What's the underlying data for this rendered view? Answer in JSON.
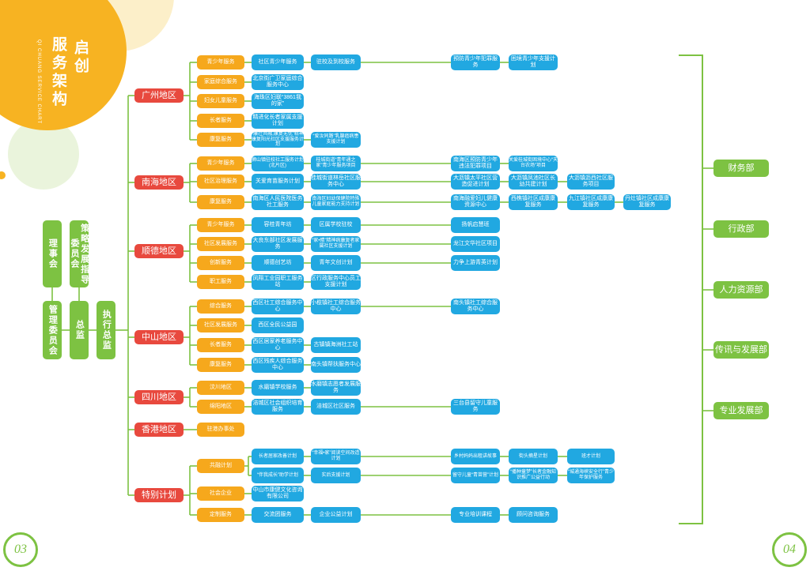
{
  "page": {
    "title_line1": "启创",
    "title_line2": "服务架构",
    "title_en": "QI CHUANG SERVICE CHART",
    "page_left": "03",
    "page_right": "04"
  },
  "governance": {
    "board": "理事会",
    "strategy_committee": "策略发展指导委员会",
    "management_committee": "管理委员会",
    "director": "总监",
    "executive_director": "执行总监"
  },
  "regions": [
    {
      "id": "gz",
      "name": "广州地区",
      "programs": [
        {
          "name": "青少年服务",
          "items": [
            "社区青少年服务",
            "驻校及到校服务",
            "预防青少年犯罪服务",
            "困境青少年支援计划"
          ]
        },
        {
          "name": "家庭综合服务",
          "items": [
            "北京街广卫家庭综合服务中心"
          ]
        },
        {
          "name": "妇女儿童服务",
          "items": [
            "海珠区妇联“3861我的家”"
          ]
        },
        {
          "name": "长者服务",
          "items": [
            "精进化长者家属支援计划"
          ]
        },
        {
          "name": "康复服务",
          "items": [
            "“康壮共融,康复无忧”精神康复阳光社区支援服务计划",
            "“爱汝同路”乳腺癌病患支援计划"
          ]
        }
      ]
    },
    {
      "id": "nh",
      "name": "南海地区",
      "programs": [
        {
          "name": "青少年服务",
          "items": [
            "狮山镇驻校社工服务计划(北片区)",
            "桂城街道“青年通之家”青少年服务项目",
            "南海区预防青少年违法犯罪项目",
            "关爱桂城街困境中心“天台农场”项目"
          ]
        },
        {
          "name": "社区治理服务",
          "items": [
            "关爱育苗服务计划",
            "桂城街道林岳社区服务中心",
            "大沥镇太平社区营造促进计划",
            "大沥镇凤池社区长幼共建计划",
            "大沥镇沥西社区服务项目"
          ]
        },
        {
          "name": "康复服务",
          "items": [
            "南海区人民医院医务社工服务",
            "南海区妇幼保健院特殊儿童家庭能力支持计划",
            "南海融爱妇儿健康资源中心",
            "西樵镇社区成康康复服务",
            "九江镇社区成康康复服务",
            "丹灶镇社区成康康复服务"
          ]
        }
      ]
    },
    {
      "id": "sd",
      "name": "顺德地区",
      "programs": [
        {
          "name": "青少年服务",
          "items": [
            "容桂青年坊",
            "区属学校驻校",
            "扬帆启慧班"
          ]
        },
        {
          "name": "社区发展服务",
          "items": [
            "大良东部社区发展服务",
            "“家•睛”精神病康复者家属社区支援计划",
            "龙江文华社区项目"
          ]
        },
        {
          "name": "创新服务",
          "items": [
            "顺德创艺坊",
            "青年文创计划",
            "力争上游青英计划"
          ]
        },
        {
          "name": "职工服务",
          "items": [
            "凤翔工业园职工服务站",
            "区行政服务中心员工支援计划"
          ]
        }
      ]
    },
    {
      "id": "zs",
      "name": "中山地区",
      "programs": [
        {
          "name": "综合服务",
          "items": [
            "西区社工综合服务中心",
            "小榄镇社工综合服务中心",
            "南头镇社工综合服务中心"
          ]
        },
        {
          "name": "社区发展服务",
          "items": [
            "西区全民公益园"
          ]
        },
        {
          "name": "长者服务",
          "items": [
            "西区居家养老服务中心",
            "古镇镇海洲社工站"
          ]
        },
        {
          "name": "康复服务",
          "items": [
            "西区残疾人综合服务中心",
            "南头镇帮扶服务中心"
          ]
        }
      ]
    },
    {
      "id": "sc",
      "name": "四川地区",
      "programs": [
        {
          "name": "汶川地区",
          "items": [
            "水磨镇学校服务",
            "水磨镇志愿者发展服务"
          ]
        },
        {
          "name": "绵阳地区",
          "items": [
            "涪城区社会组织培育服务",
            "涪城区社区服务",
            "三台县留守儿童服务"
          ]
        }
      ]
    },
    {
      "id": "hk",
      "name": "香港地区",
      "programs": [
        {
          "name": "驻港办事处",
          "items": []
        }
      ]
    },
    {
      "id": "sp",
      "name": "特别计划",
      "programs": [
        {
          "name": "共融计划",
          "items": [
            "长者居家改善计划",
            "“幸福•家”阅读空间改造计划",
            "乡村妈妈出租讲故事",
            "街头摘星计划",
            "班才计划",
            "“伴我成长”助学计划",
            "实后支援计划",
            "留守儿童“青苗营”计划",
            "“播种童梦”长者金融知识推广公益行动",
            "“城通海峡安全行”青少年保护服务"
          ]
        },
        {
          "name": "社会企业",
          "items": [
            "中山市康健文化咨询有限公司"
          ]
        },
        {
          "name": "定制服务",
          "items": [
            "交流团服务",
            "企业公益计划",
            "专业培训课程",
            "顾问咨询服务"
          ]
        }
      ]
    }
  ],
  "departments": [
    "财务部",
    "行政部",
    "人力资源部",
    "传讯与发展部",
    "专业发展部"
  ],
  "colors": {
    "green": "#7dc242",
    "red": "#e8493e",
    "orange": "#f6a81c",
    "blue": "#21a8e1",
    "circle": "#f7b322"
  }
}
